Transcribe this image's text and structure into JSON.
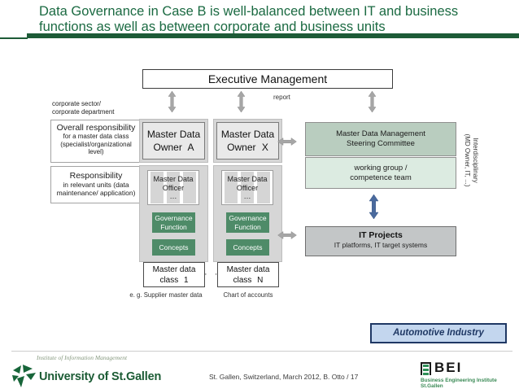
{
  "colors": {
    "title_green": "#1b6a42",
    "bar_green": "#1d5b37",
    "box_green": "#4e8b68",
    "steering_bg": "#b9cdbf",
    "working_bg": "#dcebe1",
    "it_bg": "#c3c6c7",
    "arrow_gray": "#a6a6a6",
    "arrow_blue": "#4a6a9d",
    "badge_bg": "#c3d6ee",
    "badge_border": "#1f3864",
    "uni_green": "#1c5c35",
    "bei_green": "#2f8f57"
  },
  "slide": {
    "title": "Data Governance in Case B is well-balanced between IT and business functions as well as between corporate and business units"
  },
  "diagram": {
    "executive": "Executive Management",
    "report_label": "report",
    "corporate_label": [
      "corporate sector/",
      "corporate department"
    ],
    "left_box1": {
      "title": "Overall responsibility",
      "lines": [
        "for a master data class",
        "(specialist/organizational",
        "level)"
      ]
    },
    "left_box2": {
      "title": "Responsibility",
      "lines": [
        "in relevant units (data",
        "maintenance/ application)"
      ]
    },
    "columns": [
      {
        "owner_line1": "Master Data",
        "owner_line2": "Owner A",
        "officer_line1": "Master Data",
        "officer_line2": "Officer",
        "officer_dots": "…",
        "governance": "Governance Function",
        "concepts": "Concepts",
        "class_line1": "Master data",
        "class_line2": "class 1",
        "footnote": "e. g. Supplier master data"
      },
      {
        "owner_line1": "Master Data",
        "owner_line2": "Owner X",
        "officer_line1": "Master Data",
        "officer_line2": "Officer",
        "officer_dots": "…",
        "governance": "Governance Function",
        "concepts": "Concepts",
        "class_line1": "Master data",
        "class_line2": "class N",
        "footnote": "Chart of accounts"
      }
    ],
    "dots": "· ·",
    "steering": {
      "line1": "Master Data Management",
      "line2": "Steering Committee"
    },
    "working_group": {
      "line1": "working group /",
      "line2": "competence team"
    },
    "it_projects": {
      "title": "IT Projects",
      "subtitle": "IT platforms, IT target systems"
    },
    "interdisciplinary": {
      "line1": "Interdisciplinary",
      "line2": "(MD Owner, IT, ...)"
    },
    "industry_badge": "Automotive Industry"
  },
  "footer": {
    "institute": "Institute of Information Management",
    "university": "University of St.Gallen",
    "citation": "St. Gallen, Switzerland, March 2012, B. Otto / 17",
    "bei": "BEI",
    "bei_tagline": "Business Engineering Institute St.Gallen"
  }
}
